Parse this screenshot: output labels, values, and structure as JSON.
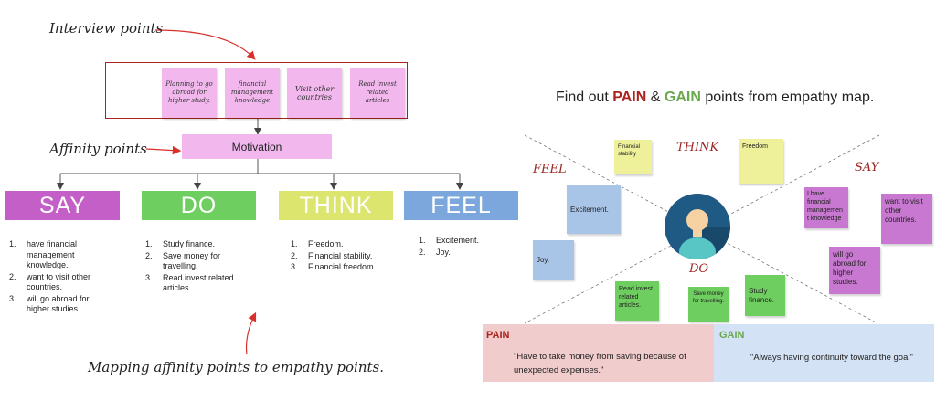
{
  "left": {
    "interview_label": "Interview points",
    "affinity_label": "Affinity points",
    "mapping_label": "Mapping affinity points to empathy points.",
    "interview_notes": [
      "Planning to go abroad for higher study.",
      "financial management knowledge",
      "Visit other countries",
      "Read invest related articles"
    ],
    "motivation": "Motivation",
    "categories": [
      {
        "label": "SAY",
        "color": "#c55fc8",
        "items": [
          "have financial management knowledge.",
          "want to visit other countries.",
          "will go abroad for higher studies."
        ]
      },
      {
        "label": "DO",
        "color": "#6fce60",
        "items": [
          "Study finance.",
          "Save money for travelling.",
          "Read invest related articles."
        ]
      },
      {
        "label": "THINK",
        "color": "#dce66e",
        "items": [
          "Freedom.",
          "Financial stability.",
          "Financial freedom."
        ]
      },
      {
        "label": "FEEL",
        "color": "#7ba7dc",
        "items": [
          "Excitement.",
          "Joy."
        ]
      }
    ]
  },
  "right": {
    "heading_prefix": "Find out ",
    "heading_pain": "PAIN",
    "heading_amp": " & ",
    "heading_gain": "GAIN",
    "heading_suffix": " points from empathy map.",
    "quadrants": {
      "feel": "FEEL",
      "think": "THINK",
      "say": "SAY",
      "do": "DO"
    },
    "notes": {
      "think_1": "Financial stability",
      "think_2": "Freedom",
      "feel_1": "Excitement.",
      "feel_2": "Joy.",
      "say_1": "I have financial managemen t knowledge",
      "say_2": "want to visit other countries.",
      "say_3": "will go abroad for higher studies.",
      "do_1": "Read invest related articles.",
      "do_2": "Save money for travelling.",
      "do_3": "Study finance."
    },
    "pain_title": "PAIN",
    "pain_text": "\"Have to take money from saving because of unexpected expenses.\"",
    "gain_title": "GAIN",
    "gain_text": "\"Always having continuity toward the goal\""
  },
  "colors": {
    "pain_red": "#a8241d",
    "gain_green": "#6aa84f",
    "pain_bg": "#f1cccc",
    "gain_bg": "#d3e2f4"
  }
}
